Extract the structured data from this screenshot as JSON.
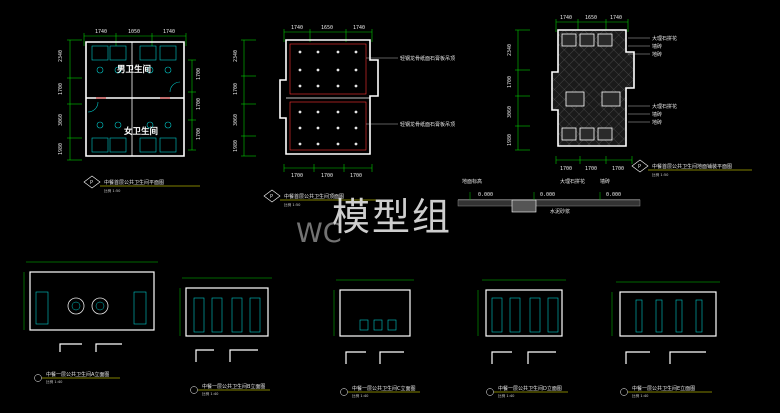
{
  "colors": {
    "background": "#000000",
    "wall": "#ffffff",
    "dimension": "#00cc00",
    "fixture": "#00c8c8",
    "annotation": "#ffff00",
    "accent": "#ff3333",
    "tile": "#3a3a3a"
  },
  "watermark": {
    "main": "模型组",
    "sub": "WC"
  },
  "plan_floor": {
    "dims_top": [
      "1740",
      "1050",
      "1740"
    ],
    "dims_left": [
      "2340",
      "1700",
      "3060",
      "1980"
    ],
    "dims_right": [
      "1700",
      "1700",
      "1700"
    ],
    "rooms": [
      "男卫生间",
      "女卫生间"
    ],
    "title": "中餐首层公共卫生间平面图",
    "tag": "P",
    "scale": "比例 1:50"
  },
  "plan_ceiling": {
    "dims_top": [
      "1740",
      "1650",
      "1740"
    ],
    "dims_left": [
      "2340",
      "1700",
      "3060",
      "1980"
    ],
    "dims_bottom": [
      "1700",
      "1700",
      "1700"
    ],
    "notes": [
      "轻钢龙骨纸面石膏板吊顶",
      "轻钢龙骨纸面石膏板吊顶"
    ],
    "title": "中餐首层公共卫生间顶面图",
    "tag": "P",
    "scale": "比例 1:50"
  },
  "plan_paving": {
    "dims_top": [
      "1740",
      "1650",
      "1740"
    ],
    "dims_left": [
      "2340",
      "1700",
      "3060",
      "1980"
    ],
    "dims_bottom": [
      "1700",
      "1700",
      "1700"
    ],
    "notes": [
      "大理石拼花",
      "墙砖",
      "地砖",
      "大理石拼花",
      "墙砖",
      "地砖"
    ],
    "title": "中餐首层公共卫生间地面铺装平面图",
    "tag": "P",
    "scale": "比例 1:50"
  },
  "section_detail": {
    "labels": [
      "地面标高",
      "大理石拼花",
      "墙砖",
      "水泥砂浆"
    ],
    "levels": [
      "0.000",
      "0.000",
      "0.000"
    ]
  },
  "elevations": [
    {
      "title": "中餐一层公共卫生间A立面图",
      "scale": "比例 1:40"
    },
    {
      "title": "中餐一层公共卫生间B立面图",
      "scale": "比例 1:40"
    },
    {
      "title": "中餐一层公共卫生间C立面图",
      "scale": "比例 1:40"
    },
    {
      "title": "中餐一层公共卫生间D立面图",
      "scale": "比例 1:40"
    },
    {
      "title": "中餐一层公共卫生间E立面图",
      "scale": "比例 1:40"
    }
  ]
}
